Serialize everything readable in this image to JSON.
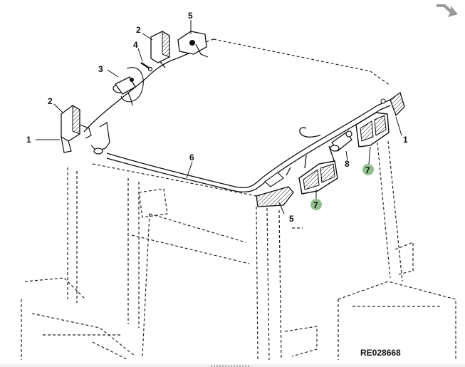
{
  "figure": {
    "reference_code": "RE028668",
    "accent_green": "#8fbf8f",
    "line_color": "#111111"
  },
  "callouts": [
    {
      "id": "c1-left",
      "label": "1"
    },
    {
      "id": "c1-right",
      "label": "1"
    },
    {
      "id": "c2-upper",
      "label": "2"
    },
    {
      "id": "c2-left",
      "label": "2"
    },
    {
      "id": "c3",
      "label": "3"
    },
    {
      "id": "c4",
      "label": "4"
    },
    {
      "id": "c5-top",
      "label": "5"
    },
    {
      "id": "c5-bottom",
      "label": "5"
    },
    {
      "id": "c6",
      "label": "6"
    },
    {
      "id": "c7-left",
      "label": "7"
    },
    {
      "id": "c7-right",
      "label": "7"
    },
    {
      "id": "c8",
      "label": "8"
    }
  ],
  "navigation": {
    "next_icon": "arrow-right-down-icon"
  }
}
